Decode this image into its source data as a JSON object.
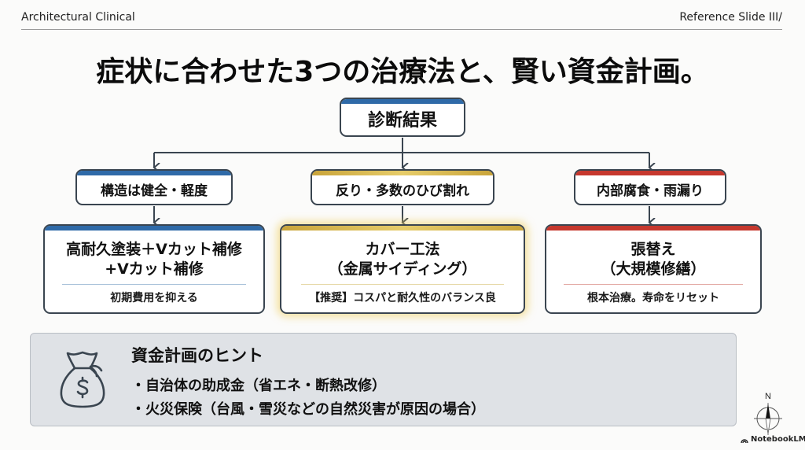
{
  "header": {
    "left": "Architectural Clinical",
    "right": "Reference Slide III/"
  },
  "title": "症状に合わせた3つの治療法と、賢い資金計画。",
  "diagram": {
    "root": "診断結果",
    "branches": [
      {
        "condition": "構造は健全・軽度",
        "treatment_line1": "高耐久塗装＋Vカット補修",
        "treatment_line2": "+Vカット補修",
        "note": "初期費用を抑える",
        "color": "#2f6aa8"
      },
      {
        "condition": "反り・多数のひび割れ",
        "treatment_line1": "カバー工法",
        "treatment_line2": "（金属サイディング）",
        "note": "【推奨】コスパと耐久性のバランス良",
        "color": "#d4b04a",
        "highlighted": true
      },
      {
        "condition": "内部腐食・雨漏り",
        "treatment_line1": "張替え",
        "treatment_line2": "（大規模修繕）",
        "note": "根本治療。寿命をリセット",
        "color": "#c6382e"
      }
    ]
  },
  "hint": {
    "icon": "money-bag-icon",
    "title": "資金計画のヒント",
    "items": [
      "・自治体の助成金（省エネ・断熱改修）",
      "・火災保険（台風・雪災などの自然災害が原因の場合）"
    ]
  },
  "compass": {
    "label": "N"
  },
  "brand": "NotebookLM"
}
